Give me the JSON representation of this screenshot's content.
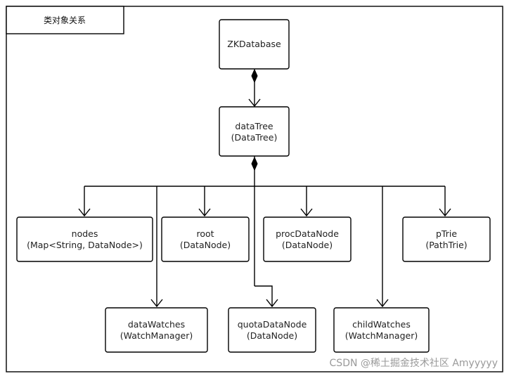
{
  "frame": {
    "title": "类对象关系"
  },
  "nodes": {
    "zkdatabase": {
      "line1": "ZKDatabase"
    },
    "datatree": {
      "line1": "dataTree",
      "line2": "(DataTree)"
    },
    "nodes": {
      "line1": "nodes",
      "line2": "(Map<String, DataNode>)"
    },
    "root": {
      "line1": "root",
      "line2": "(DataNode)"
    },
    "procdatanode": {
      "line1": "procDataNode",
      "line2": "(DataNode)"
    },
    "ptrie": {
      "line1": "pTrie",
      "line2": "(PathTrie)"
    },
    "datawatches": {
      "line1": "dataWatches",
      "line2": "(WatchManager)"
    },
    "quotadatanode": {
      "line1": "quotaDataNode",
      "line2": "(DataNode)"
    },
    "childwatches": {
      "line1": "childWatches",
      "line2": "(WatchManager)"
    }
  },
  "watermark": "CSDN @稀土掘金技术社区 Amyyyyy"
}
